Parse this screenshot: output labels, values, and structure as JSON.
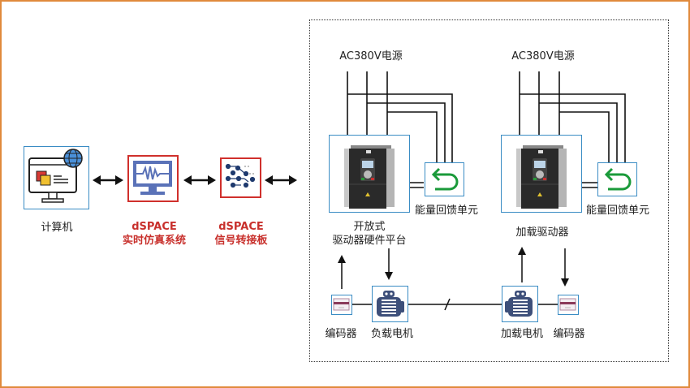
{
  "diagram": {
    "colors": {
      "frame": "#e08a3c",
      "device_border": "#3a8cc4",
      "dspace_border": "#d0302c",
      "dspace_text": "#c8302c",
      "feedback_arrow": "#1a9a3a",
      "motor": "#3d4f7a"
    },
    "nodes": {
      "computer": {
        "label": "计算机",
        "icon": "computer-globe-icon"
      },
      "dspace_sim": {
        "line1": "dSPACE",
        "line2": "实时仿真系统",
        "icon": "monitor-waveform-icon"
      },
      "dspace_board": {
        "line1": "dSPACE",
        "line2": "信号转接板",
        "icon": "circuit-board-icon"
      },
      "power_left": {
        "label": "AC380V电源"
      },
      "power_right": {
        "label": "AC380V电源"
      },
      "driver_open": {
        "line1": "开放式",
        "line2": "驱动器硬件平台",
        "icon": "inverter-icon"
      },
      "driver_load": {
        "label": "加载驱动器",
        "icon": "inverter-icon"
      },
      "feedback_left": {
        "label": "能量回馈单元",
        "icon": "return-arrow-icon"
      },
      "feedback_right": {
        "label": "能量回馈单元",
        "icon": "return-arrow-icon"
      },
      "encoder_left": {
        "label": "编码器",
        "icon": "encoder-icon"
      },
      "motor_load": {
        "label": "负载电机",
        "icon": "motor-icon"
      },
      "motor_drive": {
        "label": "加载电机",
        "icon": "motor-icon"
      },
      "encoder_right": {
        "label": "编码器",
        "icon": "encoder-icon"
      }
    }
  }
}
